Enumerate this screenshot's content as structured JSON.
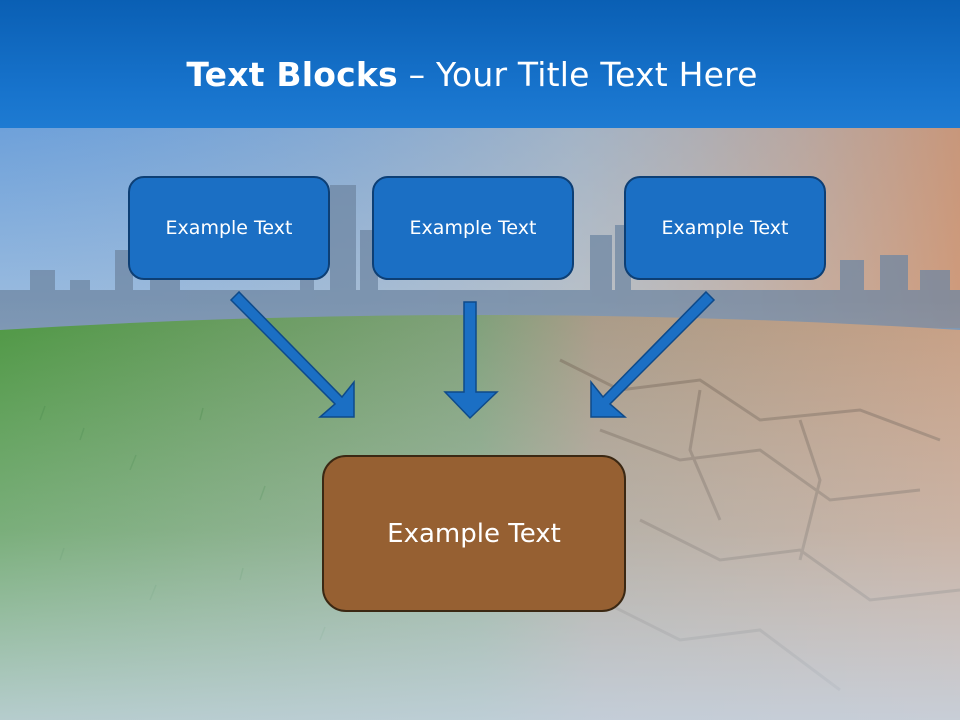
{
  "slide": {
    "title_bold": "Text Blocks",
    "title_dash": " – ",
    "title_rest": "Your Title Text Here"
  },
  "diagram": {
    "blocks": [
      {
        "label": "Example Text"
      },
      {
        "label": "Example Text"
      },
      {
        "label": "Example Text"
      }
    ],
    "target": {
      "label": "Example Text"
    }
  },
  "colors": {
    "header": "#1773cc",
    "block_fill": "#1b6fc4",
    "block_border": "#0d3f75",
    "target_fill": "#966032",
    "target_border": "#3b2813",
    "arrow_fill": "#1b6fc4",
    "arrow_stroke": "#0e4a8a"
  }
}
